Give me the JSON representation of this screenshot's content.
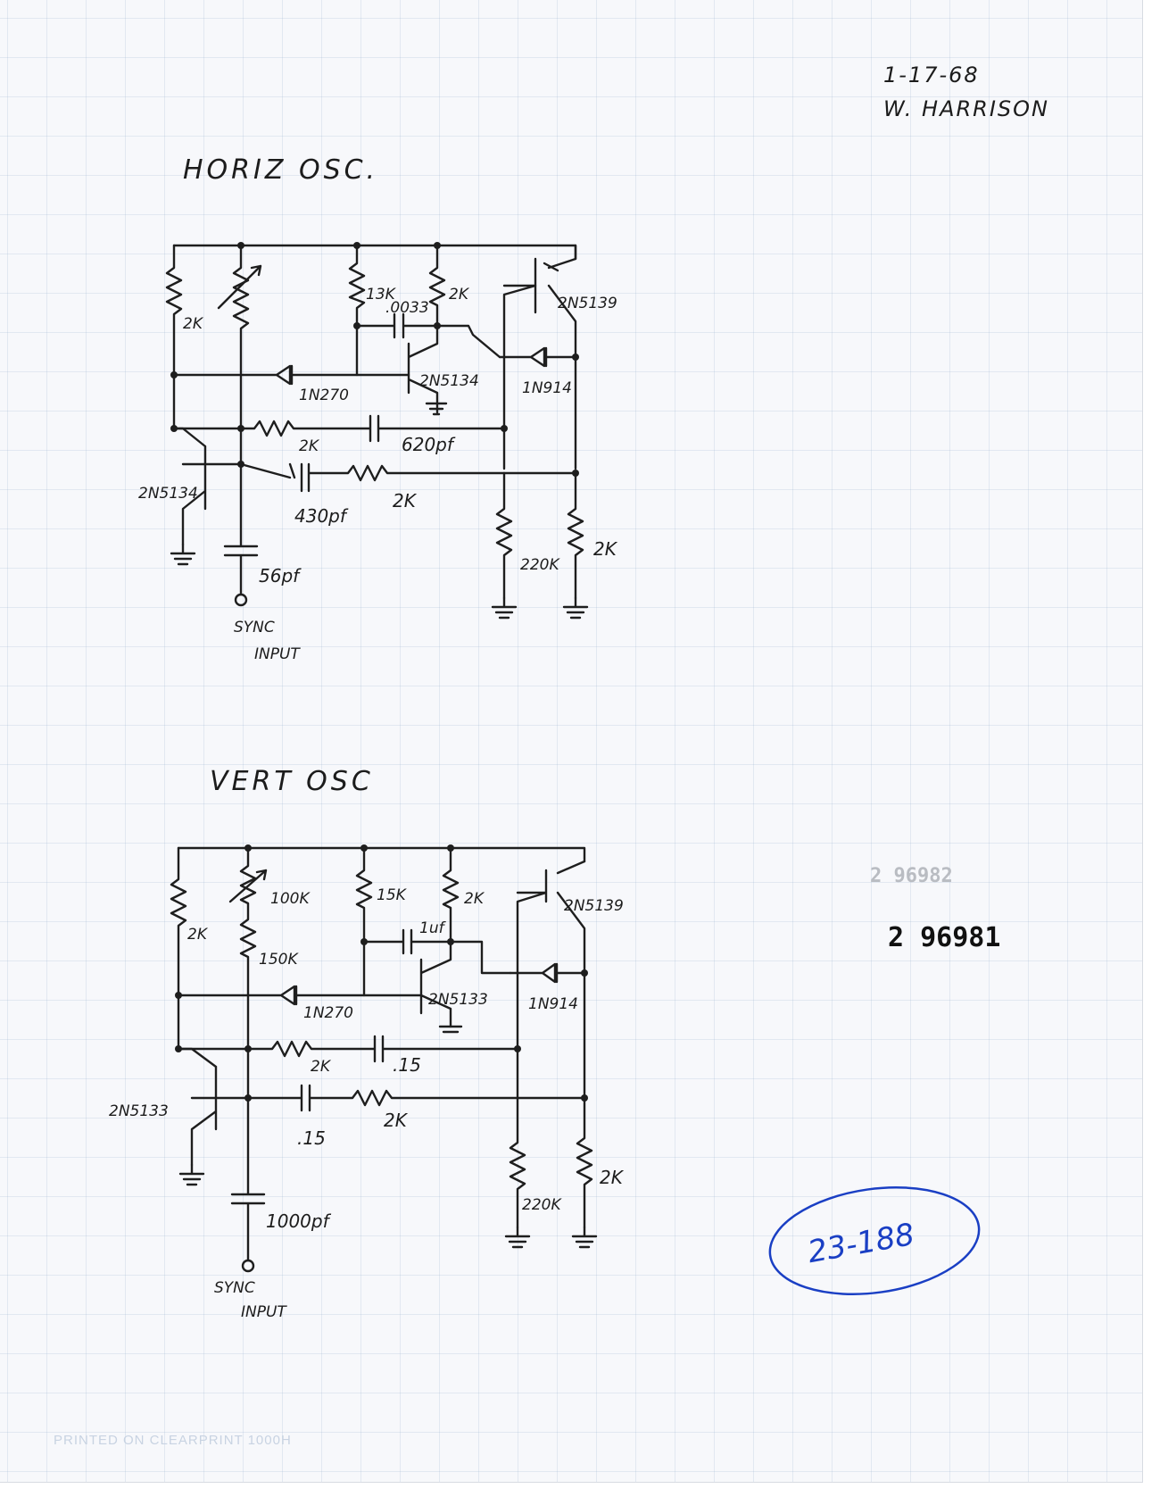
{
  "header": {
    "date": "1-17-68",
    "author": "W. HARRISON"
  },
  "horiz": {
    "title": "HORIZ  OSC.",
    "resistors": {
      "left": "2K",
      "r13k": "13K",
      "r2k_top": "2K",
      "feedback": "2K",
      "lower": "2K",
      "r220k": "220K",
      "r2k_out": "2K"
    },
    "capacitors": {
      "c_top": ".0033",
      "c620": "620pf",
      "c430": "430pf",
      "c56": "56pf"
    },
    "transistors": {
      "q_mid": "2N5134",
      "q_left": "2N5134",
      "q_out": "2N5139"
    },
    "diodes": {
      "d1": "1N270",
      "d2": "1N914"
    },
    "sync": [
      "SYNC",
      "INPUT"
    ]
  },
  "vert": {
    "title": "VERT  OSC",
    "resistors": {
      "left": "2K",
      "pot": "100K",
      "r150k": "150K",
      "r15k": "15K",
      "r2k_top": "2K",
      "feedback": "2K",
      "lower": "2K",
      "r220k": "220K",
      "r2k_out": "2K"
    },
    "capacitors": {
      "c_top": "1uf",
      "c15a": ".15",
      "c15b": ".15",
      "c1000": "1000pf"
    },
    "transistors": {
      "q_mid": "2N5133",
      "q_left": "2N5133",
      "q_out": "2N5139"
    },
    "diodes": {
      "d1": "1N270",
      "d2": "1N914"
    },
    "sync": [
      "SYNC",
      "INPUT"
    ]
  },
  "stamp": {
    "number": "2 96981",
    "faint": "2 96982"
  },
  "blue_note": "23-188",
  "footer": "PRINTED ON CLEARPRINT 1000H",
  "colors": {
    "paper": "#f7f8fb",
    "grid": "#96afcd",
    "pencil": "#1e1e1e",
    "blue_ink": "#1a3fc4"
  }
}
